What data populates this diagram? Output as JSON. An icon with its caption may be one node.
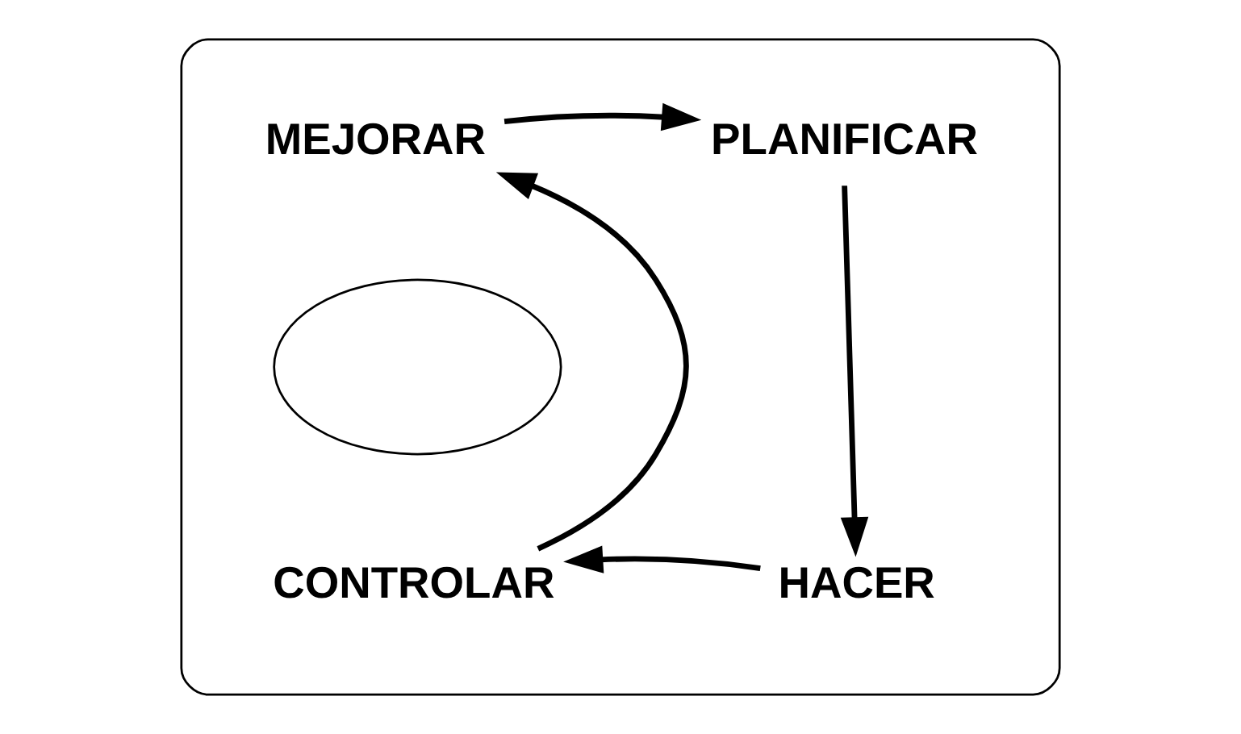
{
  "diagram": {
    "nodes": [
      {
        "text": [],
        "shape": "ellipse"
      },
      {
        "text": [
          "MEJORAR"
        ],
        "in": 0
      },
      {
        "text": [
          "PLANIFICAR"
        ],
        "in": 0
      },
      {
        "text": [],
        "shape": "ellipse",
        "in": 0
      },
      {
        "text": [
          "CONTROLAR"
        ],
        "in": 0
      },
      {
        "text": [
          "HACER"
        ],
        "in": 0
      }
    ],
    "edges": [
      {
        "from": 1,
        "to": 2,
        "arrow": "to"
      },
      {
        "from": 2,
        "to": 5,
        "arrow": "to"
      },
      {
        "from": 5,
        "to": 4,
        "arrow": "to"
      },
      {
        "from": 4,
        "to": 1,
        "arrow": "to"
      }
    ]
  }
}
